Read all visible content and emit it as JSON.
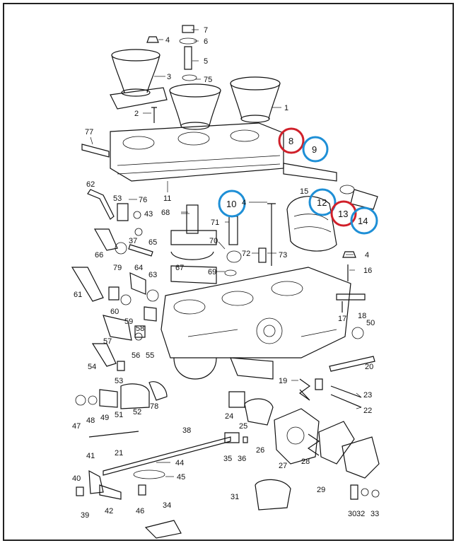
{
  "colors": {
    "ink": "#111111",
    "highlight_red": "#d0202a",
    "highlight_blue": "#1e8fd6"
  },
  "labels": [
    {
      "id": "1",
      "text": "1"
    },
    {
      "id": "2",
      "text": "2"
    },
    {
      "id": "3",
      "text": "3"
    },
    {
      "id": "4",
      "text": "4"
    },
    {
      "id": "4b",
      "text": "4"
    },
    {
      "id": "4c",
      "text": "4"
    },
    {
      "id": "5",
      "text": "5"
    },
    {
      "id": "6",
      "text": "6"
    },
    {
      "id": "7",
      "text": "7"
    },
    {
      "id": "8",
      "text": "8"
    },
    {
      "id": "9",
      "text": "9"
    },
    {
      "id": "10",
      "text": "10"
    },
    {
      "id": "11",
      "text": "11"
    },
    {
      "id": "12",
      "text": "12"
    },
    {
      "id": "13",
      "text": "13"
    },
    {
      "id": "14",
      "text": "14"
    },
    {
      "id": "15",
      "text": "15"
    },
    {
      "id": "16",
      "text": "16"
    },
    {
      "id": "17",
      "text": "17"
    },
    {
      "id": "18",
      "text": "18"
    },
    {
      "id": "19",
      "text": "19"
    },
    {
      "id": "20",
      "text": "20"
    },
    {
      "id": "21",
      "text": "21"
    },
    {
      "id": "22",
      "text": "22"
    },
    {
      "id": "23",
      "text": "23"
    },
    {
      "id": "24",
      "text": "24"
    },
    {
      "id": "25",
      "text": "25"
    },
    {
      "id": "26",
      "text": "26"
    },
    {
      "id": "27",
      "text": "27"
    },
    {
      "id": "28",
      "text": "28"
    },
    {
      "id": "29",
      "text": "29"
    },
    {
      "id": "30",
      "text": "30"
    },
    {
      "id": "31",
      "text": "31"
    },
    {
      "id": "32",
      "text": "32"
    },
    {
      "id": "33",
      "text": "33"
    },
    {
      "id": "34",
      "text": "34"
    },
    {
      "id": "35",
      "text": "35"
    },
    {
      "id": "36",
      "text": "36"
    },
    {
      "id": "37",
      "text": "37"
    },
    {
      "id": "38",
      "text": "38"
    },
    {
      "id": "39",
      "text": "39"
    },
    {
      "id": "40",
      "text": "40"
    },
    {
      "id": "41",
      "text": "41"
    },
    {
      "id": "42",
      "text": "42"
    },
    {
      "id": "43",
      "text": "43"
    },
    {
      "id": "44",
      "text": "44"
    },
    {
      "id": "45",
      "text": "45"
    },
    {
      "id": "46",
      "text": "46"
    },
    {
      "id": "47",
      "text": "47"
    },
    {
      "id": "48",
      "text": "48"
    },
    {
      "id": "49",
      "text": "49"
    },
    {
      "id": "50",
      "text": "50"
    },
    {
      "id": "51",
      "text": "51"
    },
    {
      "id": "52",
      "text": "52"
    },
    {
      "id": "53",
      "text": "53"
    },
    {
      "id": "53b",
      "text": "53"
    },
    {
      "id": "54",
      "text": "54"
    },
    {
      "id": "55",
      "text": "55"
    },
    {
      "id": "56",
      "text": "56"
    },
    {
      "id": "57",
      "text": "57"
    },
    {
      "id": "58",
      "text": "58"
    },
    {
      "id": "59",
      "text": "59"
    },
    {
      "id": "60",
      "text": "60"
    },
    {
      "id": "61",
      "text": "61"
    },
    {
      "id": "62",
      "text": "62"
    },
    {
      "id": "63",
      "text": "63"
    },
    {
      "id": "64",
      "text": "64"
    },
    {
      "id": "65",
      "text": "65"
    },
    {
      "id": "66",
      "text": "66"
    },
    {
      "id": "67",
      "text": "67"
    },
    {
      "id": "68",
      "text": "68"
    },
    {
      "id": "69",
      "text": "69"
    },
    {
      "id": "70",
      "text": "70"
    },
    {
      "id": "71",
      "text": "71"
    },
    {
      "id": "72",
      "text": "72"
    },
    {
      "id": "73",
      "text": "73"
    },
    {
      "id": "75",
      "text": "75"
    },
    {
      "id": "76",
      "text": "76"
    },
    {
      "id": "77",
      "text": "77"
    },
    {
      "id": "78",
      "text": "78"
    },
    {
      "id": "79",
      "text": "79"
    }
  ],
  "highlights": [
    {
      "label_id": "8",
      "color": "red"
    },
    {
      "label_id": "9",
      "color": "blue"
    },
    {
      "label_id": "10",
      "color": "blue"
    },
    {
      "label_id": "12",
      "color": "blue"
    },
    {
      "label_id": "13",
      "color": "red"
    },
    {
      "label_id": "14",
      "color": "blue"
    }
  ]
}
